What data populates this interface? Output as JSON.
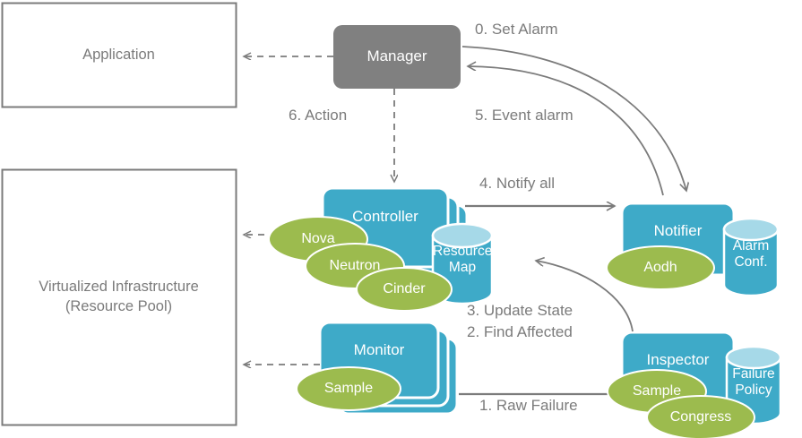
{
  "diagram": {
    "title": "OpenStack fault management architecture flow",
    "colors": {
      "manager_fill": "#808080",
      "service_fill": "#3eaac8",
      "service_stroke": "#ffffff",
      "cylinder_body": "#3eaac8",
      "cylinder_top": "#a6d9e8",
      "project_ellipse": "#9cbb4e",
      "box_stroke": "#7b7b7b",
      "arrow_stroke": "#7b7b7b",
      "text_gray": "#7b7b7b",
      "text_white": "#ffffff",
      "background": "#ffffff"
    },
    "plain_boxes": [
      {
        "id": "application",
        "label": "Application"
      },
      {
        "id": "infrastructure",
        "label_line1": "Virtualized  Infrastructure",
        "label_line2": "(Resource Pool)"
      }
    ],
    "nodes": {
      "manager": {
        "label": "Manager",
        "style": "rounded-gray"
      },
      "controller": {
        "label": "Controller",
        "style": "stacked-teal",
        "stack": 3
      },
      "monitor": {
        "label": "Monitor",
        "style": "stacked-teal",
        "stack": 3
      },
      "notifier": {
        "label": "Notifier",
        "style": "rounded-teal"
      },
      "inspector": {
        "label": "Inspector",
        "style": "rounded-teal"
      }
    },
    "cylinders": [
      {
        "id": "resource-map",
        "line1": "Resource",
        "line2": "Map"
      },
      {
        "id": "alarm-conf",
        "line1": "Alarm",
        "line2": "Conf."
      },
      {
        "id": "failure-policy",
        "line1": "Failure",
        "line2": "Policy"
      }
    ],
    "project_tags": [
      {
        "id": "nova",
        "label": "Nova",
        "attached_to": "controller"
      },
      {
        "id": "neutron",
        "label": "Neutron",
        "attached_to": "controller"
      },
      {
        "id": "cinder",
        "label": "Cinder",
        "attached_to": "controller"
      },
      {
        "id": "aodh",
        "label": "Aodh",
        "attached_to": "notifier"
      },
      {
        "id": "sample-monitor",
        "label": "Sample",
        "attached_to": "monitor"
      },
      {
        "id": "sample-inspector",
        "label": "Sample",
        "attached_to": "inspector"
      },
      {
        "id": "congress",
        "label": "Congress",
        "attached_to": "inspector"
      }
    ],
    "flow_labels": [
      {
        "id": "step-0",
        "text": "0. Set Alarm"
      },
      {
        "id": "step-1",
        "text": "1. Raw Failure"
      },
      {
        "id": "step-2",
        "text": "2. Find Affected"
      },
      {
        "id": "step-3",
        "text": "3. Update State"
      },
      {
        "id": "step-4",
        "text": "4. Notify all"
      },
      {
        "id": "step-5",
        "text": "5. Event alarm"
      },
      {
        "id": "step-6",
        "text": "6. Action"
      }
    ],
    "connectors": [
      {
        "id": "manager-to-application",
        "style": "dashed",
        "arrow": "end",
        "from": "manager",
        "to": "application"
      },
      {
        "id": "manager-to-controller",
        "style": "dashed",
        "arrow": "end",
        "from": "manager",
        "to": "controller",
        "label": "6. Action"
      },
      {
        "id": "manager-to-notifier",
        "style": "curve",
        "arrow": "end",
        "from": "manager",
        "to": "notifier",
        "label": "0. Set Alarm"
      },
      {
        "id": "notifier-to-manager",
        "style": "curve",
        "arrow": "end",
        "from": "notifier",
        "to": "manager",
        "label": "5. Event alarm"
      },
      {
        "id": "controller-to-notifier",
        "style": "solid",
        "arrow": "end",
        "from": "controller",
        "to": "notifier",
        "label": "4. Notify all"
      },
      {
        "id": "inspector-to-resource-map",
        "style": "curve",
        "arrow": "end",
        "from": "inspector",
        "to": "resource-map",
        "label": "3. Update State"
      },
      {
        "id": "monitor-to-inspector",
        "style": "solid",
        "arrow": "none",
        "from": "monitor",
        "to": "inspector",
        "label": "1. Raw Failure"
      },
      {
        "id": "controller-to-infrastructure",
        "style": "dashed",
        "arrow": "end",
        "from": "controller",
        "to": "infrastructure"
      },
      {
        "id": "monitor-to-infrastructure",
        "style": "dashed",
        "arrow": "end",
        "from": "monitor",
        "to": "infrastructure"
      }
    ]
  }
}
